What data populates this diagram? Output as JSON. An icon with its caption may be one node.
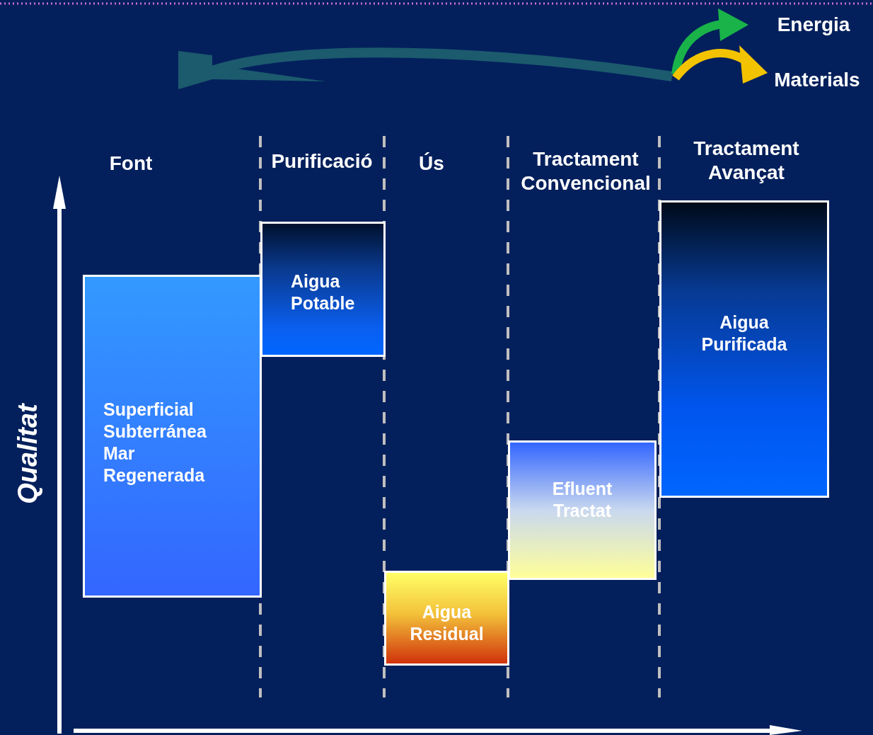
{
  "diagram": {
    "nodes": [
      {
        "text": [
          "Superficial",
          "Subterránea",
          "Mar",
          "Regenerada"
        ]
      },
      {
        "text": [
          "Aigua Potable"
        ]
      },
      {
        "text": [
          "Aigua Residual"
        ]
      },
      {
        "text": [
          "Efluent Tractat"
        ]
      },
      {
        "text": [
          "Aigua Purificada"
        ]
      }
    ],
    "edges": [],
    "labels": [
      "Energia",
      "Materials",
      "Font",
      "Purificació",
      "Ús",
      "Tractament Convencional",
      "Tractament Avançat",
      "Qualitat"
    ]
  }
}
